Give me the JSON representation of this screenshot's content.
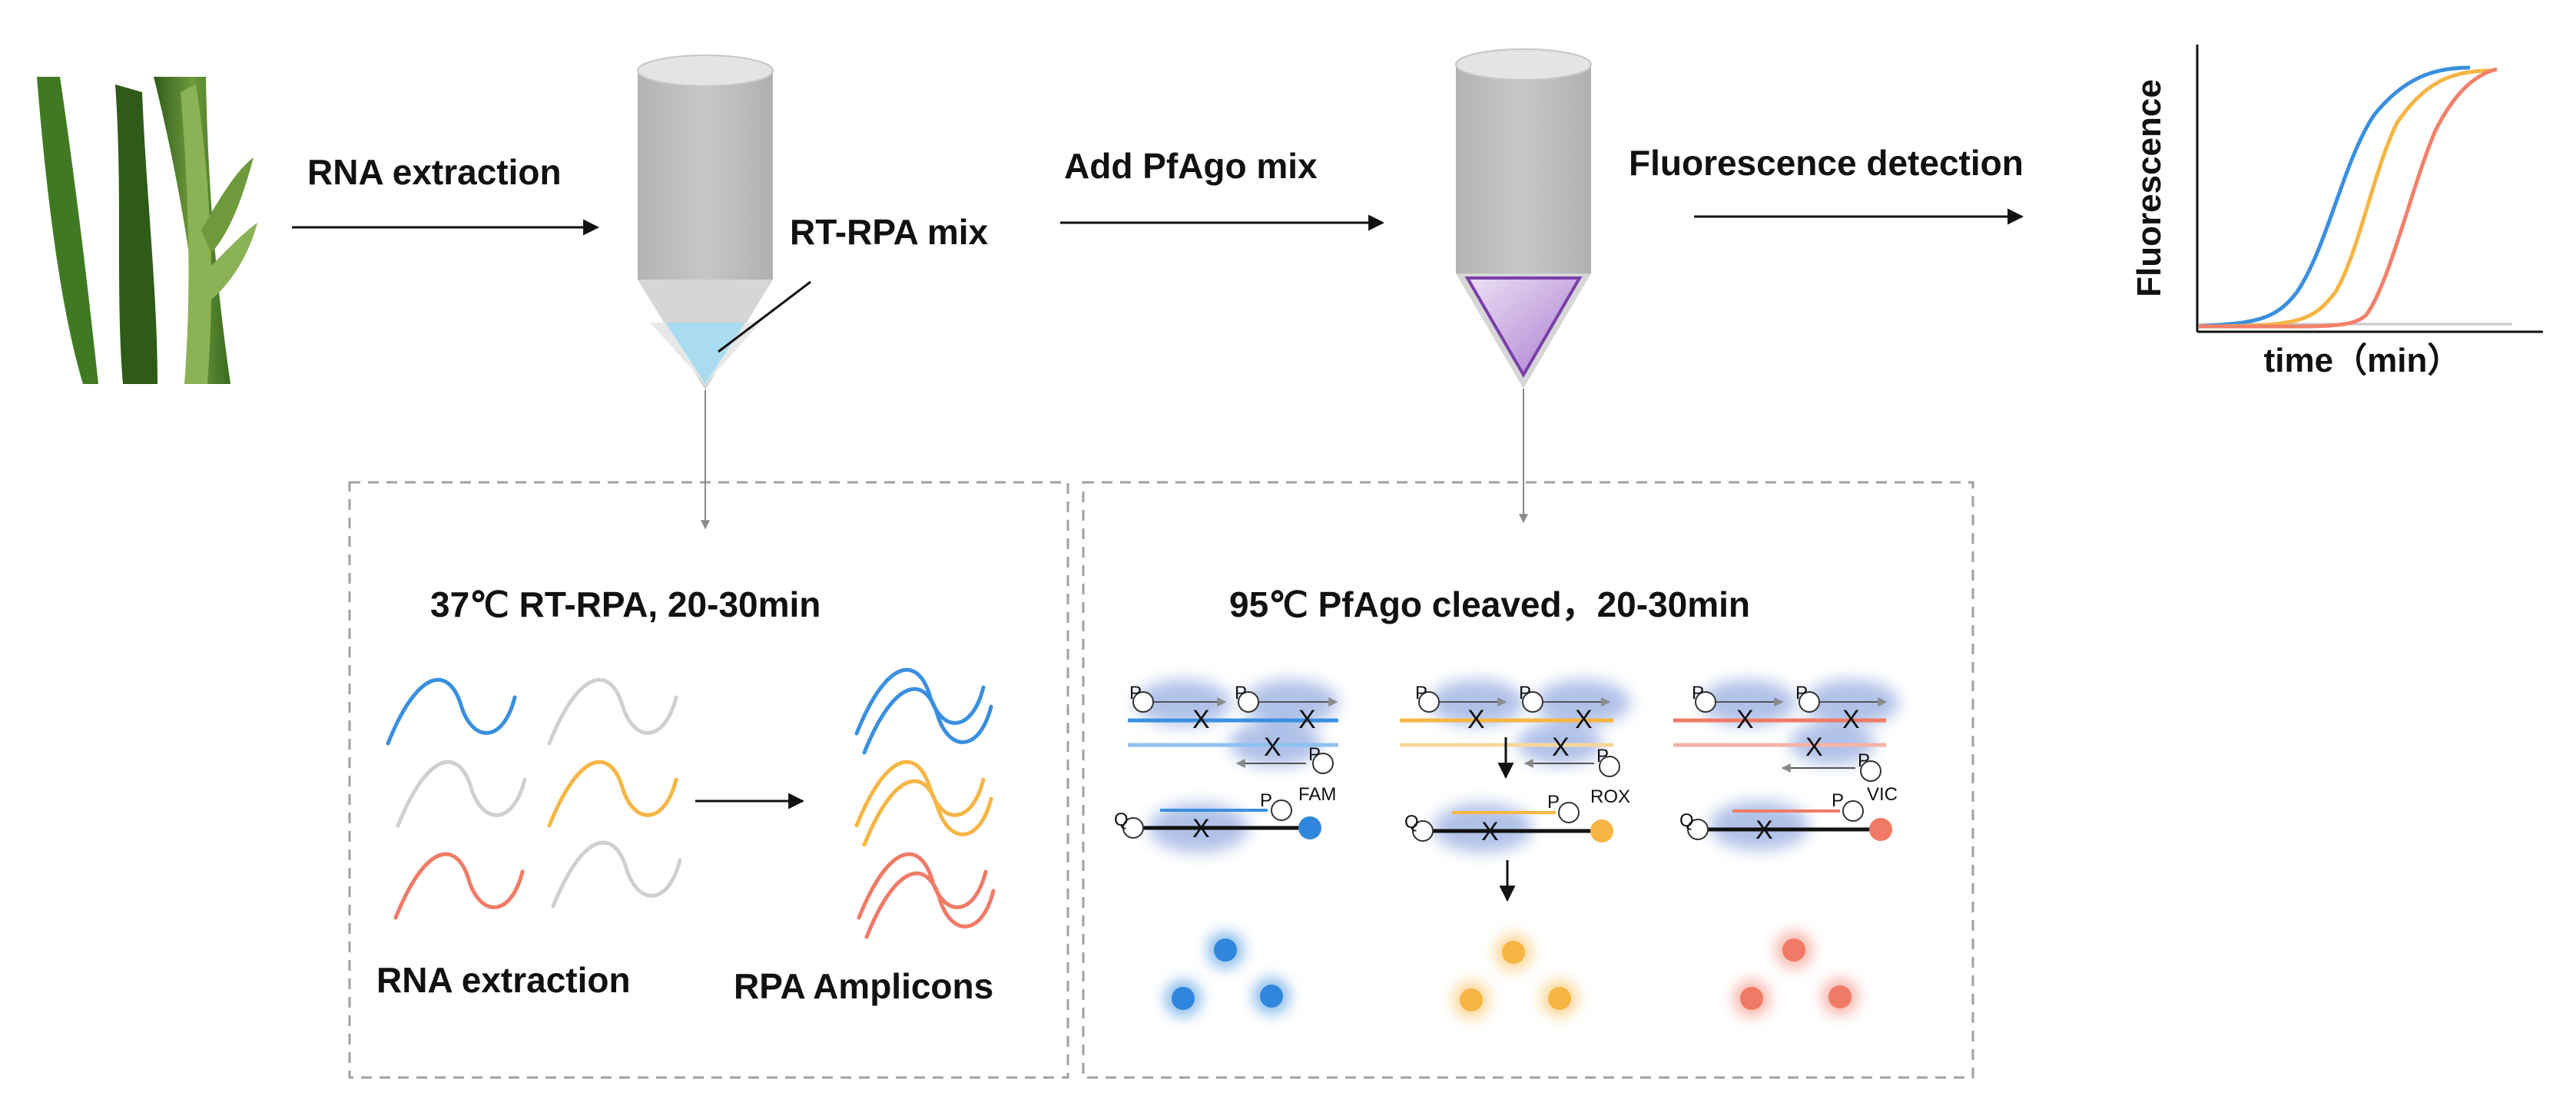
{
  "steps": {
    "rna_extraction": "RNA extraction",
    "rt_rpa_mix": "RT-RPA mix",
    "add_pfago": "Add PfAgo mix",
    "fluorescence_detection": "Fluorescence detection"
  },
  "graph": {
    "ylabel": "Fluorescence",
    "xlabel": "time（min）",
    "curve_colors": [
      "#3a8fe0",
      "#f7b543",
      "#f2806a"
    ]
  },
  "box_left": {
    "title": "37℃ RT-RPA, 20-30min",
    "label_left": "RNA extraction",
    "label_right": "RPA Amplicons"
  },
  "box_right": {
    "title": "95℃ PfAgo cleaved，20-30min",
    "channels": [
      {
        "dye": "FAM",
        "color": "#2f86dd"
      },
      {
        "dye": "ROX",
        "color": "#f7b543"
      },
      {
        "dye": "VIC",
        "color": "#f07a66"
      }
    ],
    "probe_letter": "P",
    "quencher_letter": "Q"
  },
  "colors": {
    "blue": "#3a8fe0",
    "yellow": "#f7b543",
    "red": "#f07a66",
    "gray_wave": "#d0d0d0",
    "tube_gray": "#bdbdbd",
    "liquid_blue": "#a9dcf0",
    "liquid_purple": "#c9a6de",
    "dashed_border": "#a0a0a0"
  }
}
